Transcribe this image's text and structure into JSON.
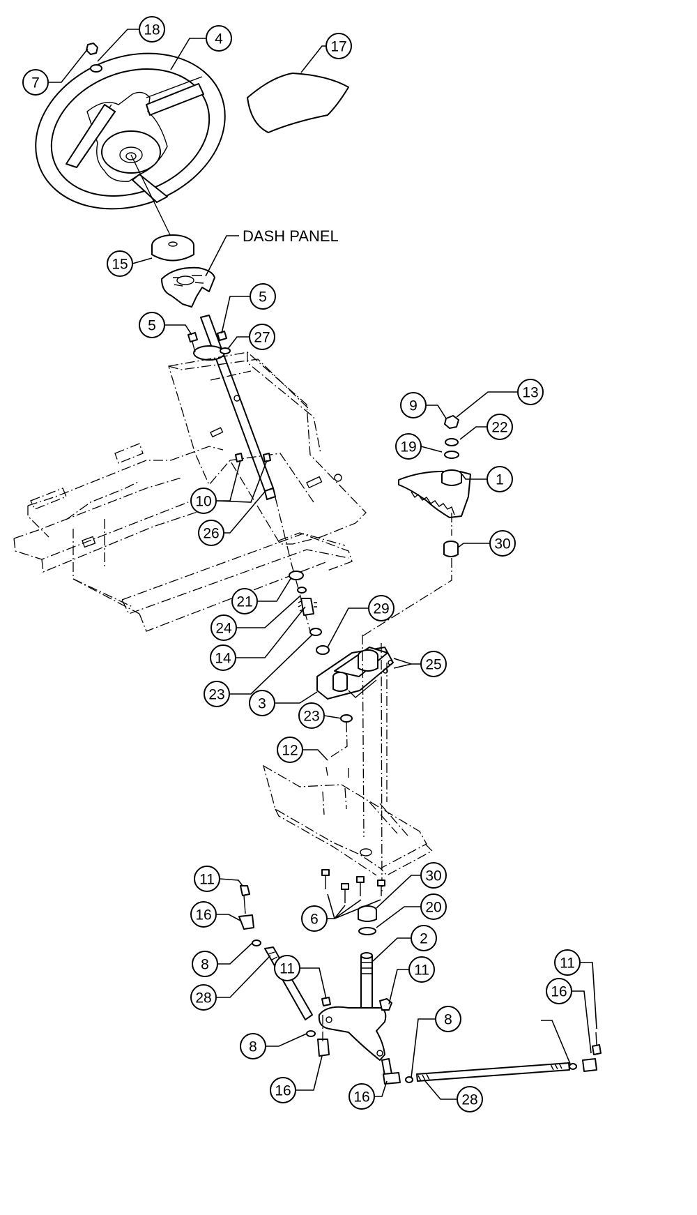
{
  "diagram": {
    "type": "exploded-parts-diagram",
    "dash_panel_label": "DASH PANEL",
    "callouts": [
      "18",
      "4",
      "17",
      "7",
      "15",
      "5",
      "5",
      "27",
      "9",
      "13",
      "22",
      "19",
      "1",
      "10",
      "26",
      "30",
      "21",
      "29",
      "24",
      "25",
      "14",
      "23",
      "3",
      "23",
      "12",
      "11",
      "16",
      "30",
      "20",
      "6",
      "2",
      "8",
      "11",
      "11",
      "11",
      "28",
      "16",
      "8",
      "8",
      "16",
      "16",
      "28"
    ]
  }
}
